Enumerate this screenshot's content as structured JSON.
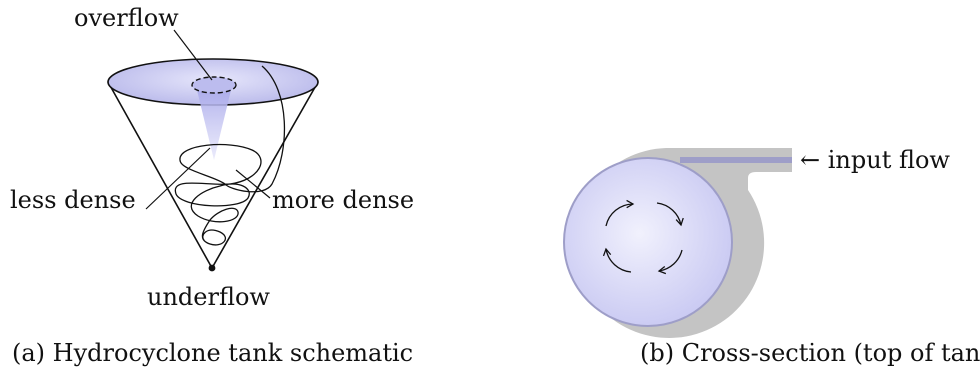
{
  "figure_a": {
    "labels": {
      "overflow": "overflow",
      "less_dense": "less dense",
      "more_dense": "more dense",
      "underflow": "underflow"
    },
    "caption": "(a) Hydrocyclone tank schematic"
  },
  "figure_b": {
    "labels": {
      "input_flow": "← input flow"
    },
    "caption": "(b) Cross-section (top of tank)"
  },
  "colors": {
    "fluid_fill": "#c9c9f2",
    "wall_gray": "#c4c4c4",
    "wall_edge": "#9e9ec8",
    "ink": "#111111"
  }
}
